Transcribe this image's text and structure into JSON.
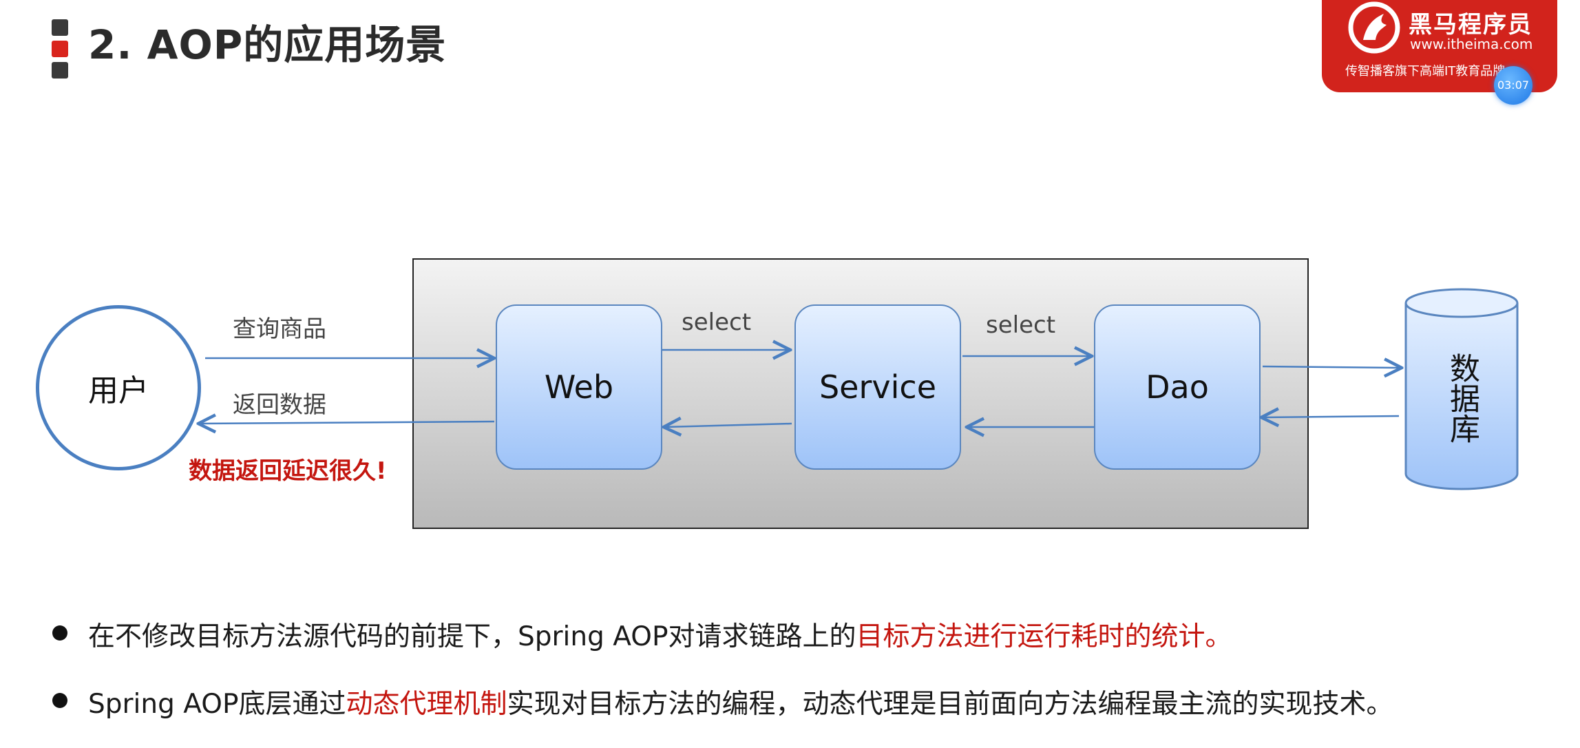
{
  "header": {
    "title": "2. AOP的应用场景"
  },
  "logo": {
    "name": "黑马程序员",
    "url": "www.itheima.com",
    "slogan": "传智播客旗下高端IT教育品牌",
    "timer": "03:07"
  },
  "diagram": {
    "user": "用户",
    "layers": [
      "Web",
      "Service",
      "Dao"
    ],
    "database": "数据库",
    "labels": {
      "query": "查询商品",
      "return": "返回数据",
      "select_1": "select",
      "select_2": "select"
    },
    "delay_note": "数据返回延迟很久!"
  },
  "bullets": [
    {
      "before": "在不修改目标方法源代码的前提下，Spring AOP对请求链路上的",
      "highlight": "目标方法进行运行耗时的统计。",
      "after": ""
    },
    {
      "before": "Spring AOP底层通过",
      "highlight": "动态代理机制",
      "after": "实现对目标方法的编程，动态代理是目前面向方法编程最主流的实现技术。"
    }
  ],
  "colors": {
    "accent_red": "#c4160f",
    "logo_red": "#d2231c",
    "arrow_blue": "#4a7fc1",
    "layer_top": "#e5f0ff",
    "layer_bottom": "#9ec3f8"
  }
}
